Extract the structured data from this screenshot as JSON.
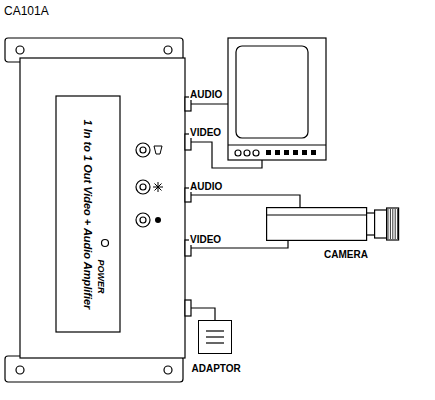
{
  "diagram": {
    "title": "CA101A",
    "nodes": [
      {
        "text": [
          "1 In to 1 Out Video + Audio Amplifier",
          "POWER"
        ]
      },
      {
        "text": [
          "CAMERA"
        ]
      },
      {
        "text": [
          "ADAPTOR"
        ]
      }
    ],
    "edges": [
      {
        "from": 0,
        "to": 1,
        "label": "AUDIO",
        "arrow": "none"
      },
      {
        "from": 0,
        "to": 1,
        "label": "VIDEO",
        "arrow": "none"
      },
      {
        "from": 0,
        "to": 2,
        "arrow": "none"
      }
    ],
    "labels": [
      "AUDIO",
      "VIDEO"
    ]
  }
}
